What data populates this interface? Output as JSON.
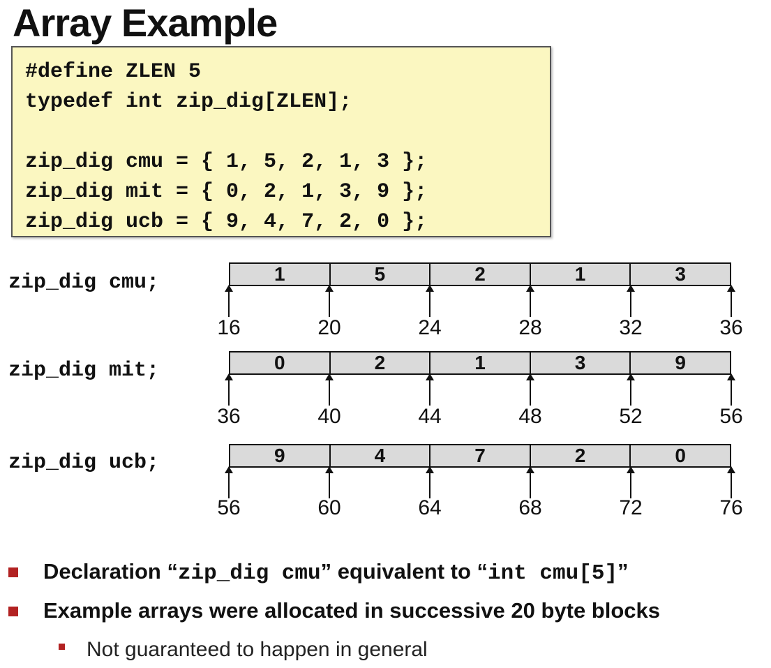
{
  "title": "Array Example",
  "code": [
    "#define ZLEN 5",
    "typedef int zip_dig[ZLEN];",
    "",
    "zip_dig cmu = { 1, 5, 2, 1, 3 };",
    "zip_dig mit = { 0, 2, 1, 3, 9 };",
    "zip_dig ucb = { 9, 4, 7, 2, 0 };"
  ],
  "arrays": [
    {
      "decl": "zip_dig cmu;",
      "values": [
        "1",
        "5",
        "2",
        "1",
        "3"
      ],
      "addresses": [
        "16",
        "20",
        "24",
        "28",
        "32",
        "36"
      ]
    },
    {
      "decl": "zip_dig mit;",
      "values": [
        "0",
        "2",
        "1",
        "3",
        "9"
      ],
      "addresses": [
        "36",
        "40",
        "44",
        "48",
        "52",
        "56"
      ]
    },
    {
      "decl": "zip_dig ucb;",
      "values": [
        "9",
        "4",
        "7",
        "2",
        "0"
      ],
      "addresses": [
        "56",
        "60",
        "64",
        "68",
        "72",
        "76"
      ]
    }
  ],
  "bullets": {
    "b1_pre": "Declaration “",
    "b1_code1": "zip_dig cmu",
    "b1_mid": "” equivalent to “",
    "b1_code2": "int cmu[5]",
    "b1_post": "”",
    "b2": "Example arrays were allocated in successive 20 byte blocks",
    "sub1": "Not guaranteed to happen in general"
  },
  "colors": {
    "code_bg": "#fbf7c1",
    "cell_bg": "#dadada",
    "bullet": "#b22222"
  }
}
